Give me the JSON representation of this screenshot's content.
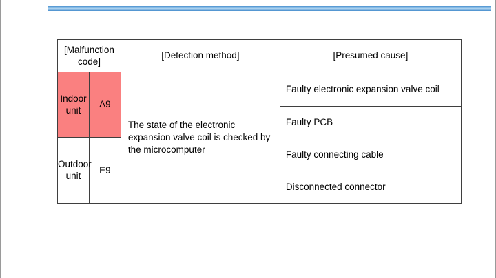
{
  "slide": {
    "accent_bar_color": "#5b9bd5",
    "highlight_color": "#fa8080",
    "border_color": "#3f3f3f",
    "background_color": "#ffffff"
  },
  "table": {
    "headers": {
      "malfunction_code": "[Malfunction code]",
      "detection_method": "[Detection method]",
      "presumed_cause": "[Presumed cause]"
    },
    "rows": [
      {
        "unit": "Indoor unit",
        "code": "A9",
        "highlighted": true
      },
      {
        "unit": "Outdoor unit",
        "code": "E9",
        "highlighted": false
      }
    ],
    "detection_method": "The state of the electronic expansion valve coil is checked by the microcomputer",
    "presumed_causes": [
      "Faulty electronic expansion valve coil",
      "Faulty PCB",
      "Faulty connecting cable",
      "Disconnected connector"
    ]
  }
}
